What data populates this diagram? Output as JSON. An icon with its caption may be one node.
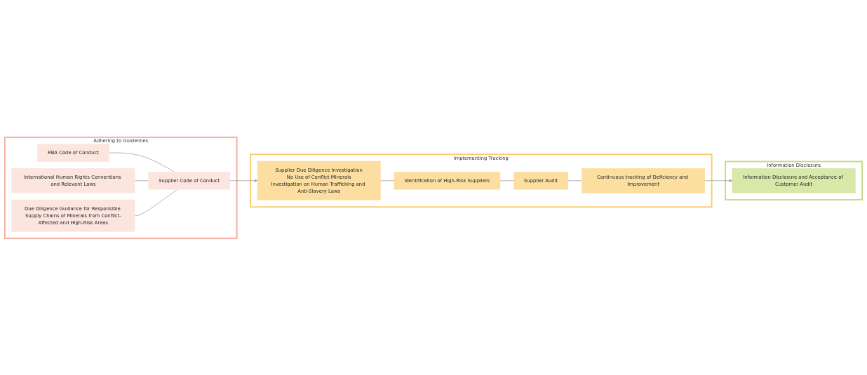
{
  "diagram": {
    "nodes": [
      {
        "text": [
          "Adhering to Guidelines"
        ]
      },
      {
        "text": [
          "RBA Code of Conduct"
        ],
        "in": 0
      },
      {
        "text": [
          "International Human Rights Conventions and Relevant Laws"
        ],
        "in": 0
      },
      {
        "text": [
          "Due Diligence Guidance for Responsible Supply Chains of Minerals from Conflict-Affected and High-Risk Areas"
        ],
        "in": 0
      },
      {
        "text": [
          "Supplier Code of Conduct"
        ],
        "in": 0
      },
      {
        "text": [
          "Implementing Tracking"
        ]
      },
      {
        "text": [
          "Supplier Due Diligence Investigation",
          "No Use of Conflict Minerals",
          "Investigation on Human Trafficking and Anti-Slavery Laws"
        ],
        "in": 5
      },
      {
        "text": [
          "Identification of High-Risk Suppliers"
        ],
        "in": 5
      },
      {
        "text": [
          "Supplier Audit"
        ],
        "in": 5
      },
      {
        "text": [
          "Continuous tracking of Deficiency and Improvement"
        ],
        "in": 5
      },
      {
        "text": [
          "Information Disclosure"
        ]
      },
      {
        "text": [
          "Information Disclosure and Acceptance of Customer Audit"
        ],
        "in": 10
      }
    ],
    "edges": [
      {
        "from": 1,
        "to": 4,
        "arrow": "none"
      },
      {
        "from": 2,
        "to": 4,
        "arrow": "none"
      },
      {
        "from": 3,
        "to": 4,
        "arrow": "none"
      },
      {
        "from": 4,
        "to": 6,
        "arrow": "to"
      },
      {
        "from": 6,
        "to": 7,
        "arrow": "none"
      },
      {
        "from": 7,
        "to": 8,
        "arrow": "none"
      },
      {
        "from": 8,
        "to": 9,
        "arrow": "none"
      },
      {
        "from": 9,
        "to": 11,
        "arrow": "to"
      }
    ]
  }
}
